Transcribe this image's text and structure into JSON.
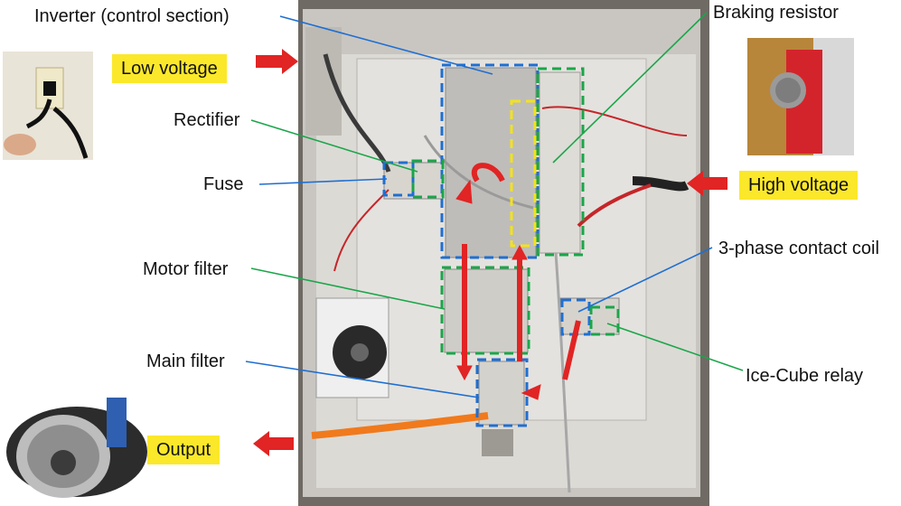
{
  "labels": {
    "inverter": "Inverter (control section)",
    "braking_resistor": "Braking resistor",
    "rectifier": "Rectifier",
    "fuse": "Fuse",
    "motor_filter": "Motor filter",
    "main_filter": "Main filter",
    "contact_coil": "3-phase contact coil",
    "ice_cube_relay": "Ice-Cube relay"
  },
  "tags": {
    "low_voltage": "Low voltage",
    "high_voltage": "High voltage",
    "output": "Output"
  },
  "colors": {
    "blue_box": "#1f6fd1",
    "green_box": "#1aa64a",
    "yellow_box": "#f3e21c",
    "red_arrow": "#e12424",
    "orange_cable": "#f07a1c",
    "tag_bg": "#fbe82a"
  }
}
